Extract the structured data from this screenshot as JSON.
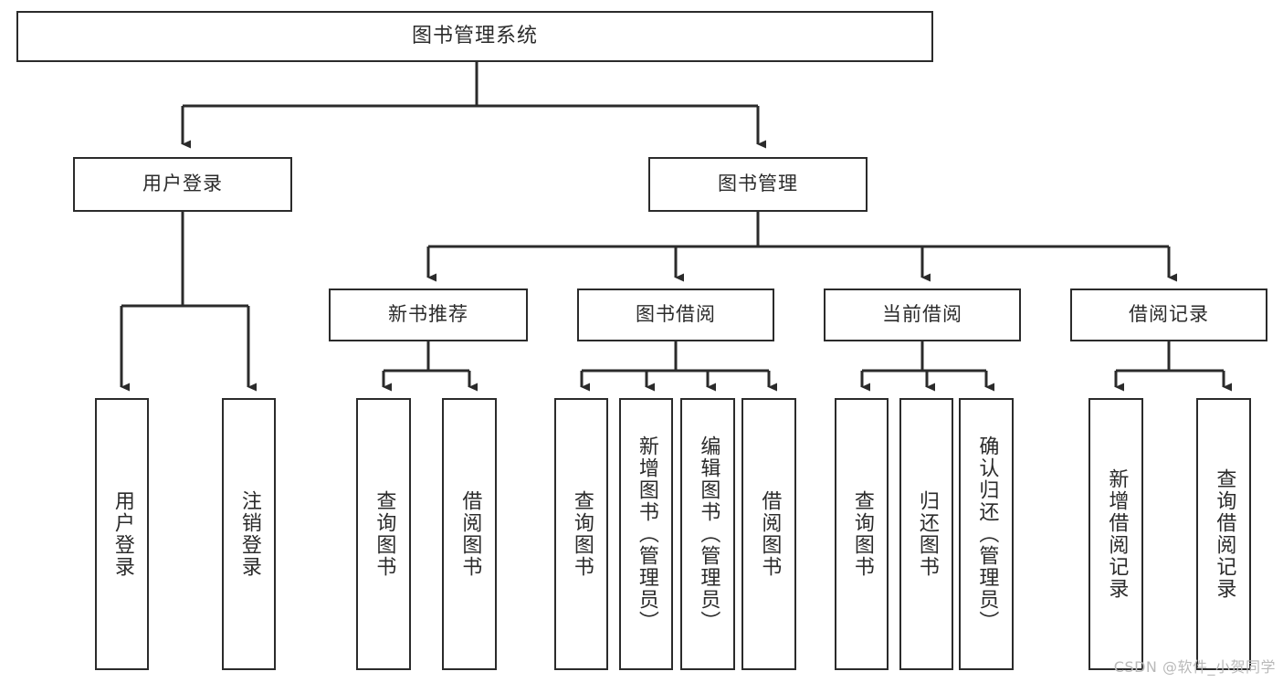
{
  "diagram": {
    "type": "tree",
    "title": "图书管理系统",
    "watermark": "CSDN @软件_小贺同学",
    "colors": {
      "border": "#2b2b2b",
      "background": "#ffffff",
      "text": "#2b2b2b",
      "edge": "#2b2b2b",
      "watermark": "#b9b9b9"
    },
    "root": {
      "id": "root",
      "label": "图书管理系统"
    },
    "level2": [
      {
        "id": "user-login",
        "label": "用户登录"
      },
      {
        "id": "book-manage",
        "label": "图书管理"
      }
    ],
    "level3": [
      {
        "id": "new-book-recommend",
        "label": "新书推荐",
        "parent": "book-manage"
      },
      {
        "id": "book-borrow",
        "label": "图书借阅",
        "parent": "book-manage"
      },
      {
        "id": "current-borrow",
        "label": "当前借阅",
        "parent": "book-manage"
      },
      {
        "id": "borrow-record",
        "label": "借阅记录",
        "parent": "book-manage"
      }
    ],
    "leaves": [
      {
        "id": "leaf-user-login",
        "label": "用户登录",
        "parent": "user-login"
      },
      {
        "id": "leaf-user-logout",
        "label": "注销登录",
        "parent": "user-login"
      },
      {
        "id": "leaf-query-book-1",
        "label": "查询图书",
        "parent": "new-book-recommend"
      },
      {
        "id": "leaf-borrow-book-1",
        "label": "借阅图书",
        "parent": "new-book-recommend"
      },
      {
        "id": "leaf-query-book-2",
        "label": "查询图书",
        "parent": "book-borrow"
      },
      {
        "id": "leaf-add-book",
        "label": "新增图书（管理员）",
        "parent": "book-borrow"
      },
      {
        "id": "leaf-edit-book",
        "label": "编辑图书（管理员）",
        "parent": "book-borrow"
      },
      {
        "id": "leaf-borrow-book-2",
        "label": "借阅图书",
        "parent": "book-borrow"
      },
      {
        "id": "leaf-query-book-3",
        "label": "查询图书",
        "parent": "current-borrow"
      },
      {
        "id": "leaf-return-book",
        "label": "归还图书",
        "parent": "current-borrow"
      },
      {
        "id": "leaf-confirm-return",
        "label": "确认归还（管理员）",
        "parent": "current-borrow"
      },
      {
        "id": "leaf-add-record",
        "label": "新增借阅记录",
        "parent": "borrow-record"
      },
      {
        "id": "leaf-query-record",
        "label": "查询借阅记录",
        "parent": "borrow-record"
      }
    ]
  }
}
